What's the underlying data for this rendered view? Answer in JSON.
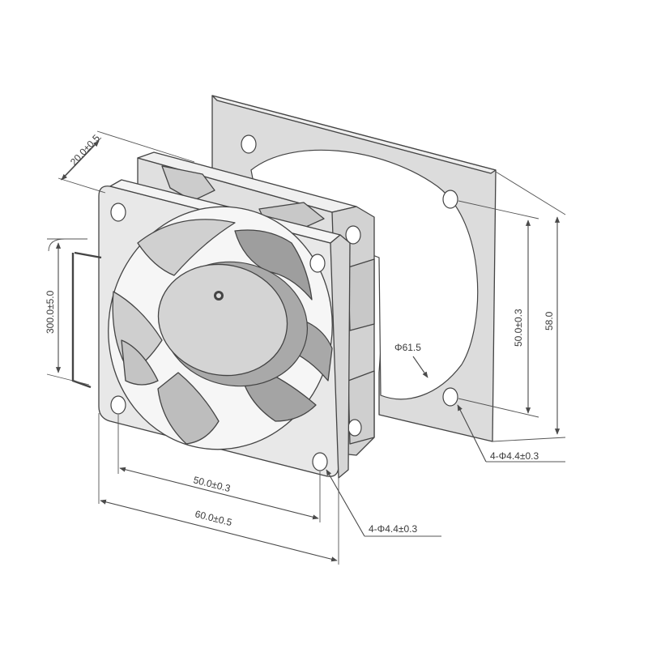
{
  "diagram": {
    "labels": {
      "depth": "20.0±0.5",
      "cable": "300.0±5.0",
      "hole_spacing_vertical": "50.0±0.3",
      "height": "58.0",
      "diameter": "Φ61.5",
      "holes_right": "4-Φ4.4±0.3",
      "hole_spacing_horizontal": "50.0±0.3",
      "width": "60.0±0.5",
      "holes_bottom": "4-Φ4.4±0.3"
    },
    "colors": {
      "line": "#4a4a4a",
      "frame": "#e6e6e6",
      "plate": "#dcdcdc",
      "blade": "#cfcfcf",
      "hub": "#d4d4d4",
      "shadow": "#bdbdbd",
      "text": "#3a3a3a"
    }
  }
}
